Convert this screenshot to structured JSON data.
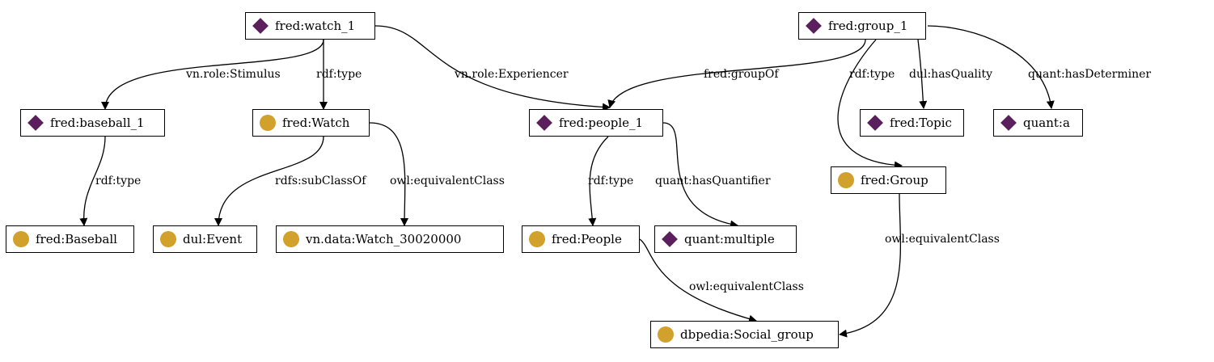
{
  "colors": {
    "instance": "#5a1f5c",
    "class": "#d1a12c",
    "edge": "#000000"
  },
  "nodes": [
    {
      "id": "watch_1",
      "label": "fred:watch_1",
      "kind": "instance",
      "icon": "diamond-icon"
    },
    {
      "id": "group_1",
      "label": "fred:group_1",
      "kind": "instance",
      "icon": "diamond-icon"
    },
    {
      "id": "baseball_1",
      "label": "fred:baseball_1",
      "kind": "instance",
      "icon": "diamond-icon"
    },
    {
      "id": "Watch",
      "label": "fred:Watch",
      "kind": "class",
      "icon": "circle-icon"
    },
    {
      "id": "people_1",
      "label": "fred:people_1",
      "kind": "instance",
      "icon": "diamond-icon"
    },
    {
      "id": "Topic",
      "label": "fred:Topic",
      "kind": "instance",
      "icon": "diamond-icon"
    },
    {
      "id": "quant_a",
      "label": "quant:a",
      "kind": "instance",
      "icon": "diamond-icon"
    },
    {
      "id": "Group",
      "label": "fred:Group",
      "kind": "class",
      "icon": "circle-icon"
    },
    {
      "id": "Baseball",
      "label": "fred:Baseball",
      "kind": "class",
      "icon": "circle-icon"
    },
    {
      "id": "Event",
      "label": "dul:Event",
      "kind": "class",
      "icon": "circle-icon"
    },
    {
      "id": "Watch_30020000",
      "label": "vn.data:Watch_30020000",
      "kind": "class",
      "icon": "circle-icon"
    },
    {
      "id": "People",
      "label": "fred:People",
      "kind": "class",
      "icon": "circle-icon"
    },
    {
      "id": "multiple",
      "label": "quant:multiple",
      "kind": "instance",
      "icon": "diamond-icon"
    },
    {
      "id": "Social_group",
      "label": "dbpedia:Social_group",
      "kind": "class",
      "icon": "circle-icon"
    }
  ],
  "edges": [
    {
      "from": "watch_1",
      "to": "baseball_1",
      "label": "vn.role:Stimulus"
    },
    {
      "from": "watch_1",
      "to": "Watch",
      "label": "rdf:type"
    },
    {
      "from": "watch_1",
      "to": "people_1",
      "label": "vn.role:Experiencer"
    },
    {
      "from": "group_1",
      "to": "people_1",
      "label": "fred:groupOf"
    },
    {
      "from": "group_1",
      "to": "Group",
      "label": "rdf:type"
    },
    {
      "from": "group_1",
      "to": "Topic",
      "label": "dul:hasQuality"
    },
    {
      "from": "group_1",
      "to": "quant_a",
      "label": "quant:hasDeterminer"
    },
    {
      "from": "baseball_1",
      "to": "Baseball",
      "label": "rdf:type"
    },
    {
      "from": "Watch",
      "to": "Event",
      "label": "rdfs:subClassOf"
    },
    {
      "from": "Watch",
      "to": "Watch_30020000",
      "label": "owl:equivalentClass"
    },
    {
      "from": "people_1",
      "to": "People",
      "label": "rdf:type"
    },
    {
      "from": "people_1",
      "to": "multiple",
      "label": "quant:hasQuantifier"
    },
    {
      "from": "People",
      "to": "Social_group",
      "label": "owl:equivalentClass"
    },
    {
      "from": "Group",
      "to": "Social_group",
      "label": "owl:equivalentClass"
    }
  ]
}
